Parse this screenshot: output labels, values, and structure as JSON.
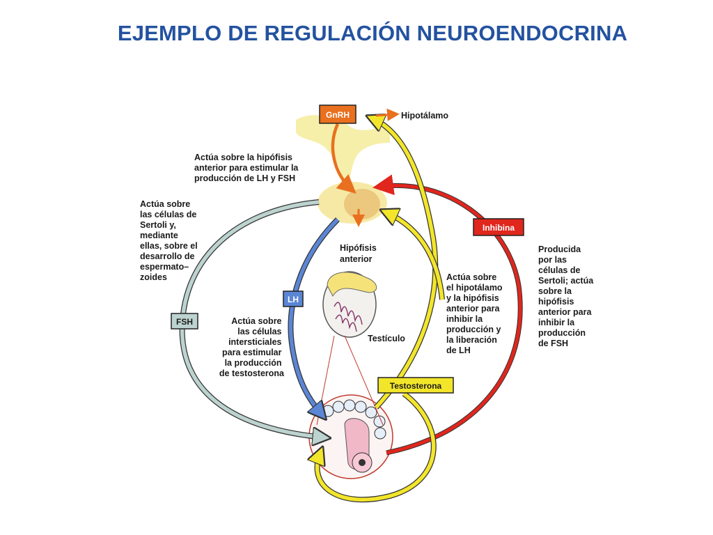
{
  "title": "EJEMPLO DE REGULACIÓN NEUROENDOCRINA",
  "colors": {
    "title": "#2452a0",
    "gnrh": "#e8701f",
    "inhibina": "#e0261d",
    "testosterona": "#f3e62a",
    "lh": "#5b86d6",
    "fsh": "#bcd3cf"
  },
  "boxes": {
    "gnrh": "GnRH",
    "inhibina": "Inhibina",
    "lh": "LH",
    "fsh": "FSH",
    "testosterona": "Testosterona"
  },
  "labels": {
    "hipotalamo": "Hipotálamo",
    "hipofisis": [
      "Hipófisis",
      "anterior"
    ],
    "testiculo": "Testículo",
    "gnrh_action": [
      "Actúa sobre la hipófisis",
      "anterior para estimular la",
      "producción de LH y FSH"
    ],
    "fsh_action": [
      "Actúa sobre",
      "las células de",
      "Sertoli y,",
      "mediante",
      "ellas, sobre el",
      "desarrollo de",
      "espermato–",
      "zoides"
    ],
    "lh_action": [
      "Actúa sobre",
      "las células",
      "intersticiales",
      "para estimular",
      "la producción",
      "de testosterona"
    ],
    "testosterona_action": [
      "Actúa sobre",
      "el hipotálamo",
      "y la hipófisis",
      "anterior para",
      "inhibir la",
      "producción y",
      "la liberación",
      "de LH"
    ],
    "inhibina_action": [
      "Producida",
      "por las",
      "células de",
      "Sertoli; actúa",
      "sobre la",
      "hipófisis",
      "anterior para",
      "inhibir la",
      "producción",
      "de FSH"
    ]
  }
}
